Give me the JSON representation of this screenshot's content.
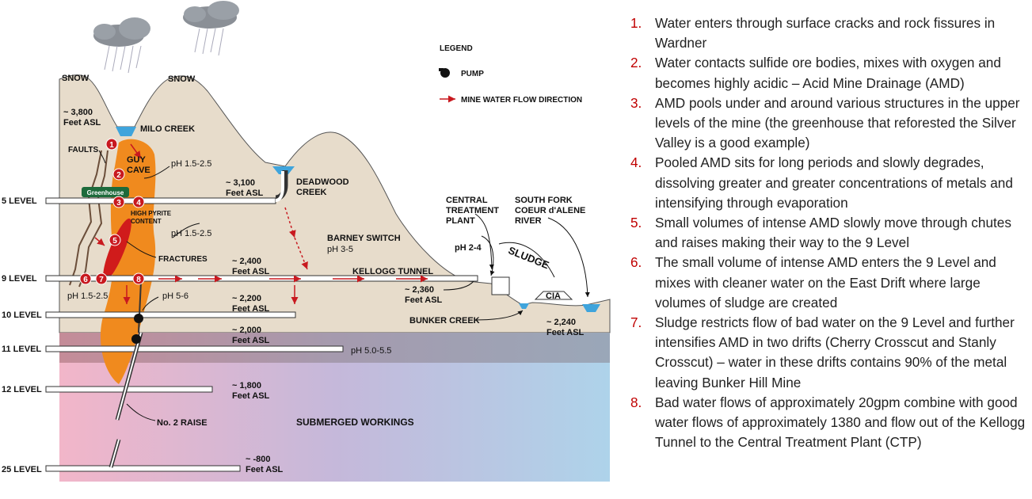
{
  "legend": {
    "title": "LEGEND",
    "pump_label": "PUMP",
    "flow_label": "MINE WATER FLOW DIRECTION"
  },
  "colors": {
    "sky": "#ffffff",
    "ground": "#e7dccb",
    "orebody": "#f08a1e",
    "pyrite": "#d01b1b",
    "marker": "#c8191f",
    "flow_arrow": "#c8191f",
    "water": "#3fa4dc",
    "submerged_left": "#f2b6c9",
    "submerged_mid": "#c5b8da",
    "submerged_right": "#aed3ea",
    "notes_number": "#c00000",
    "greenhouse": "#1d6a3b"
  },
  "labels": {
    "snow_left": "SNOW",
    "snow_mid": "SNOW",
    "elev_3800_a": "~ 3,800",
    "elev_3800_b": "Feet ASL",
    "milo_creek": "MILO CREEK",
    "faults": "FAULTS",
    "guy_cave_a": "GUY",
    "guy_cave_b": "CAVE",
    "ph_upper": "pH 1.5-2.5",
    "greenhouse": "Greenhouse",
    "elev_3100_a": "~ 3,100",
    "elev_3100_b": "Feet ASL",
    "deadwood_a": "DEADWOOD",
    "deadwood_b": "CREEK",
    "high_pyrite_a": "HIGH PYRITE",
    "high_pyrite_b": "CONTENT",
    "ph_mid": "pH 1.5-2.5",
    "fractures": "FRACTURES",
    "barney_a": "BARNEY SWITCH",
    "barney_b": "pH 3-5",
    "elev_2400_a": "~ 2,400",
    "elev_2400_b": "Feet ASL",
    "kellogg_tunnel": "KELLOGG TUNNEL",
    "ph_24": "pH 2-4",
    "sludge": "SLUDGE",
    "ctp_a": "CENTRAL",
    "ctp_b": "TREATMENT",
    "ctp_c": "PLANT",
    "sf_a": "SOUTH FORK",
    "sf_b": "COEUR d'ALENE",
    "sf_c": "RIVER",
    "cia": "CIA",
    "elev_2360_a": "~ 2,360",
    "elev_2360_b": "Feet ASL",
    "ph_9": "pH 1.5-2.5",
    "ph_56": "pH 5-6",
    "elev_2200_a": "~ 2,200",
    "elev_2200_b": "Feet ASL",
    "bunker_creek": "BUNKER CREEK",
    "elev_2240_a": "~ 2,240",
    "elev_2240_b": "Feet ASL",
    "elev_2000_a": "~ 2,000",
    "elev_2000_b": "Feet ASL",
    "ph_11": "pH 5.0-5.5",
    "elev_1800_a": "~ 1,800",
    "elev_1800_b": "Feet ASL",
    "no2_raise": "No. 2 RAISE",
    "submerged": "SUBMERGED WORKINGS",
    "elev_800_a": "~ -800",
    "elev_800_b": "Feet ASL"
  },
  "levels": {
    "l5": "5 LEVEL",
    "l9": "9 LEVEL",
    "l10": "10 LEVEL",
    "l11": "11 LEVEL",
    "l12": "12 LEVEL",
    "l25": "25 LEVEL"
  },
  "markers": [
    "1",
    "2",
    "3",
    "4",
    "5",
    "6",
    "7",
    "8"
  ],
  "notes": [
    {
      "num": "1.",
      "text": "Water enters through surface cracks and rock fissures in Wardner"
    },
    {
      "num": "2.",
      "text": "Water contacts sulfide ore bodies, mixes with oxygen and becomes highly acidic – Acid Mine Drainage (AMD)"
    },
    {
      "num": "3.",
      "text": "AMD pools under and around various structures in the upper levels of the mine (the greenhouse that reforested the Silver Valley is a good example)"
    },
    {
      "num": "4.",
      "text": "Pooled AMD sits for long periods and slowly degrades, dissolving greater and greater concentrations of metals and intensifying through evaporation"
    },
    {
      "num": "5.",
      "text": "Small volumes of intense AMD slowly move through chutes and raises making their way to the 9 Level"
    },
    {
      "num": "6.",
      "text": "The small volume of intense AMD enters the 9 Level and mixes with cleaner water on the East Drift where large volumes of sludge are created"
    },
    {
      "num": "7.",
      "text": "Sludge restricts flow of bad water on the 9 Level and further intensifies AMD in two drifts (Cherry Crosscut and Stanly Crosscut) – water in these drifts contains 90% of the metal leaving Bunker Hill Mine"
    },
    {
      "num": "8.",
      "text": "Bad water flows of approximately 20gpm combine with good water flows of approximately 1380 and flow out of the Kellogg Tunnel to the Central Treatment Plant (CTP)"
    }
  ]
}
